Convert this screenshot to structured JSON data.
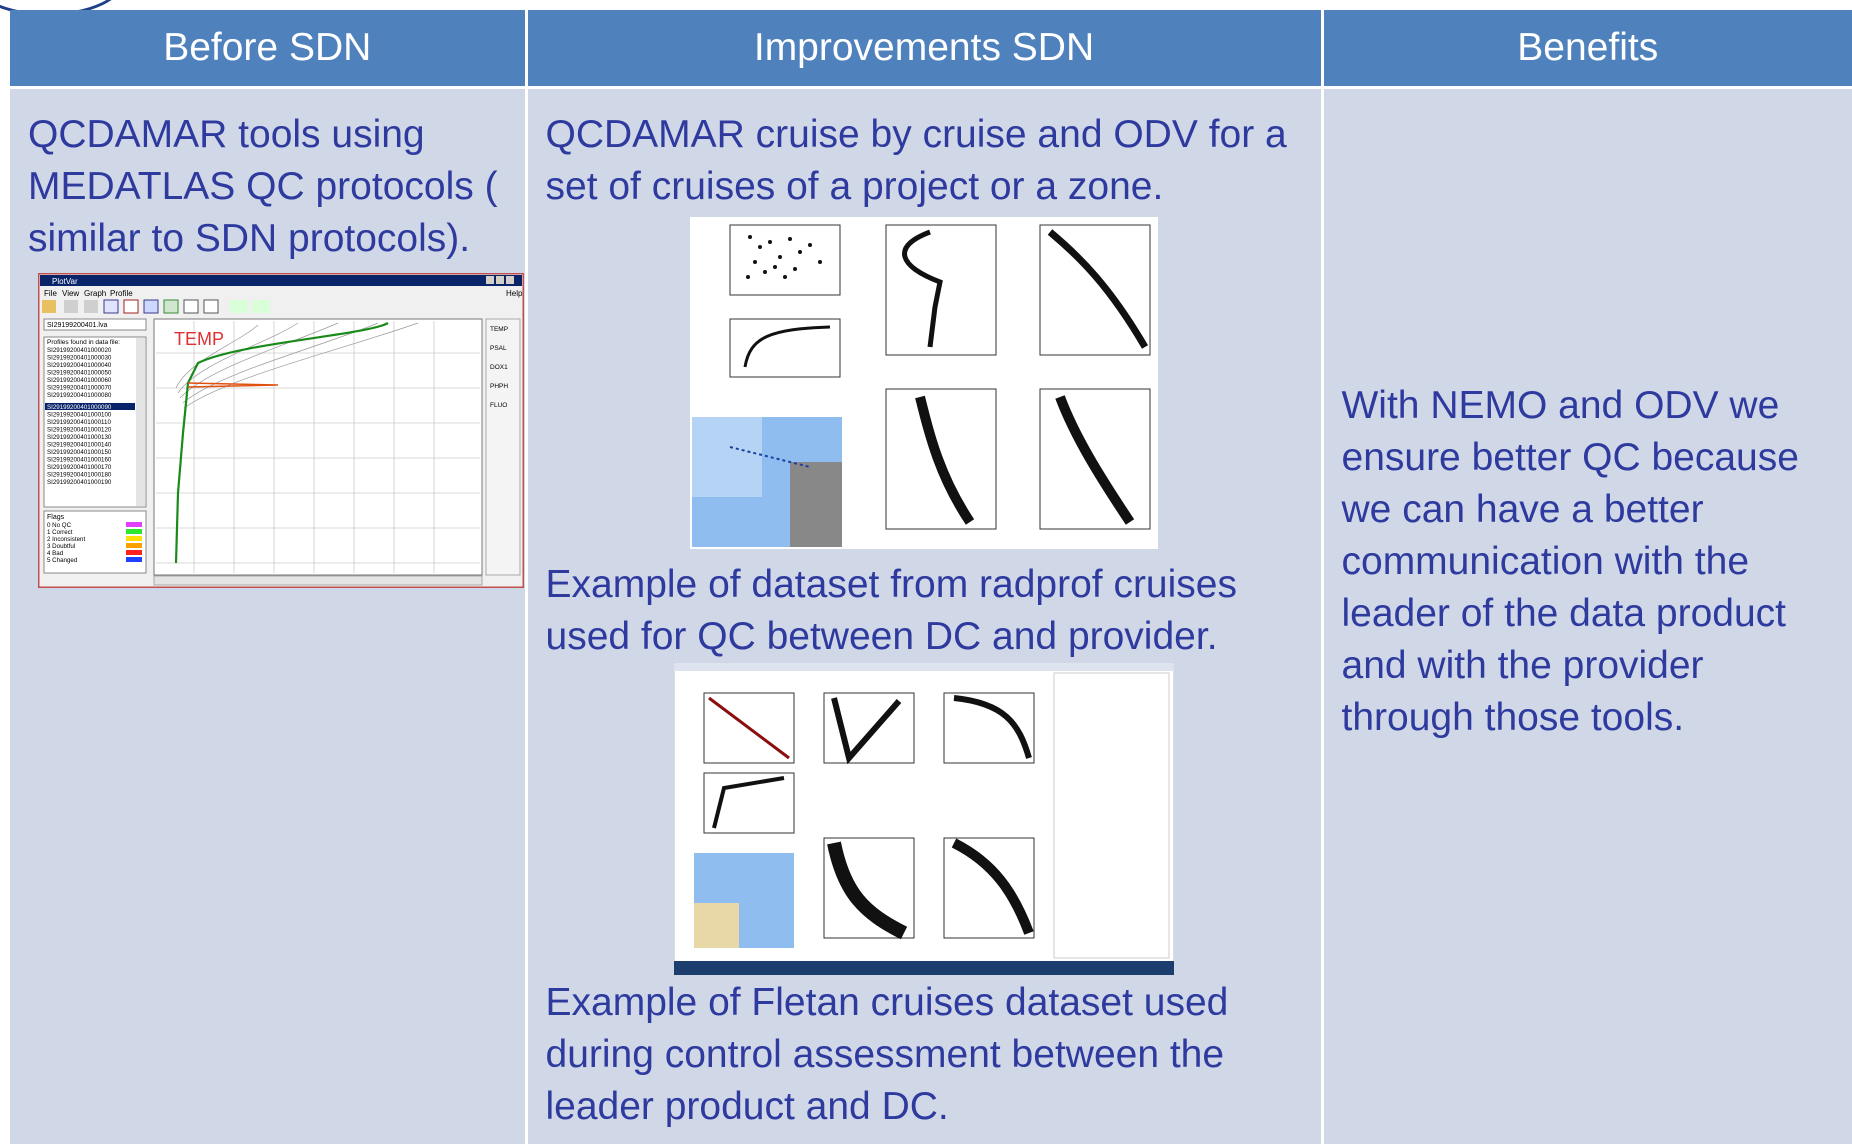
{
  "headers": {
    "col1": "Before SDN",
    "col2": "Improvements SDN",
    "col3": "Benefits"
  },
  "col1": {
    "text": "QCDAMAR tools using MEDATLAS QC protocols ( similar to SDN protocols).",
    "plotvar": {
      "title": "PlotVar",
      "menu": [
        "File",
        "View",
        "Graph",
        "Profile"
      ],
      "help": "Help",
      "file": "SI29199200401.lva",
      "list_header": "Profiles found in data file:",
      "profiles": [
        "SI29199200401000020",
        "SI29199200401000030",
        "SI29199200401000040",
        "SI29199200401000050",
        "SI29199200401000060",
        "SI29199200401000070",
        "SI29199200401000080",
        "SI29199200401000090",
        "SI29199200401000100",
        "SI29199200401000110",
        "SI29199200401000120",
        "SI29199200401000130",
        "SI29199200401000140",
        "SI29199200401000150",
        "SI29199200401000160",
        "SI29199200401000170",
        "SI29199200401000180",
        "SI29199200401000190"
      ],
      "flags_label": "Flags",
      "flags": [
        "0  No QC",
        "1  Correct",
        "2  Inconsistent",
        "3  Doubtful",
        "4  Bad",
        "5  Changed"
      ],
      "flag_colors": [
        "#e040fb",
        "#2ee82e",
        "#ffe000",
        "#ffa000",
        "#ff2020",
        "#2040ff"
      ],
      "params": [
        "TEMP",
        "PSAL",
        "DOX1",
        "PHPH",
        "FLUO"
      ],
      "plot_label": "TEMP"
    }
  },
  "col2": {
    "text1": "QCDAMAR cruise by cruise and ODV for a set of cruises of a project or a zone.",
    "text2": "Example of dataset from radprof cruises used for QC between DC and provider.",
    "text3": "Example of Fletan cruises dataset used during control assessment between the leader product and DC."
  },
  "col3": {
    "text": "With NEMO and ODV we ensure better QC because we can have a better communication with the leader of the data product and with the provider through those tools."
  }
}
